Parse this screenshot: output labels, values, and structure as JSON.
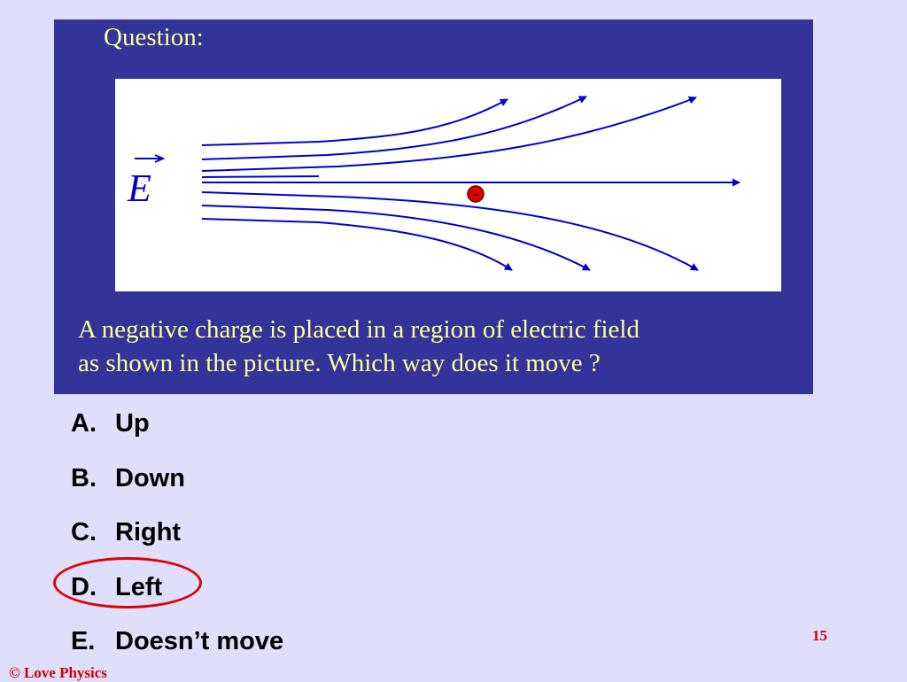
{
  "question": {
    "title": "Question:",
    "field_symbol": "E",
    "charge_symbol": "-",
    "text_line1": "A negative charge is placed in a region of electric field",
    "text_line2": "as shown in the picture. Which way does it move ?"
  },
  "answers": [
    {
      "letter": "A.",
      "text": "Up"
    },
    {
      "letter": "B.",
      "text": "Down"
    },
    {
      "letter": "C.",
      "text": "Right"
    },
    {
      "letter": "D.",
      "text": "Left",
      "selected": true
    },
    {
      "letter": "E.",
      "text": "Doesn’t move"
    }
  ],
  "slide": {
    "page_number": "15",
    "copyright": "© Love Physics"
  },
  "colors": {
    "panel_bg": "#333399",
    "panel_text": "#ffff99",
    "field_lines": "#0000cc",
    "charge": "#dd0000",
    "selection_ring": "#e00000"
  }
}
